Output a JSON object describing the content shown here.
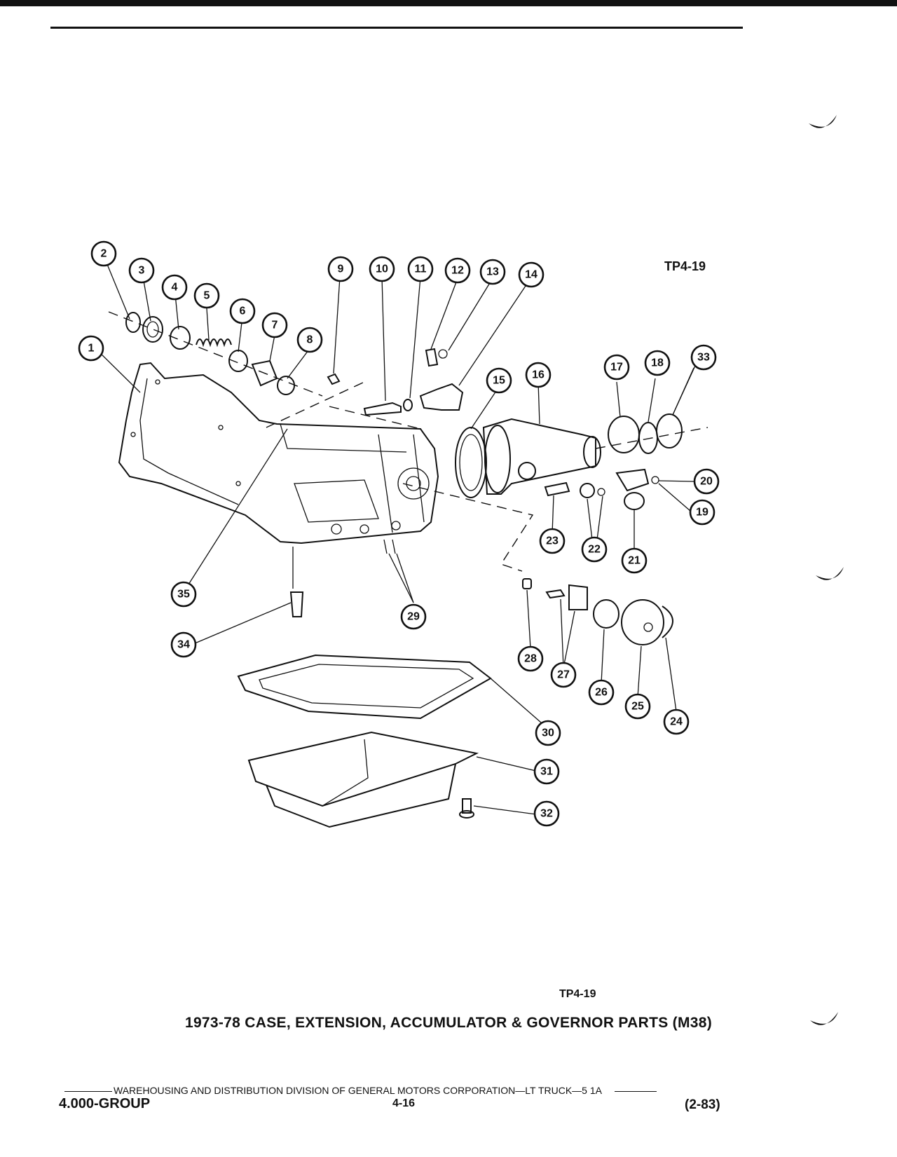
{
  "diagram": {
    "ref_code_top": "TP4-19",
    "ref_code_bottom": "TP4-19",
    "title": "1973-78 CASE, EXTENSION, ACCUMULATOR & GOVERNOR PARTS (M38)",
    "callouts": [
      "1",
      "2",
      "3",
      "4",
      "5",
      "6",
      "7",
      "8",
      "9",
      "10",
      "11",
      "12",
      "13",
      "14",
      "15",
      "16",
      "17",
      "18",
      "19",
      "20",
      "21",
      "22",
      "23",
      "24",
      "25",
      "26",
      "27",
      "28",
      "29",
      "30",
      "31",
      "32",
      "33",
      "34",
      "35"
    ]
  },
  "footer": {
    "division_line": "WAREHOUSING AND DISTRIBUTION  DIVISION OF GENERAL MOTORS CORPORATION—LT TRUCK—5 1A",
    "group": "4.000-GROUP",
    "page": "4-16",
    "date": "(2-83)"
  }
}
